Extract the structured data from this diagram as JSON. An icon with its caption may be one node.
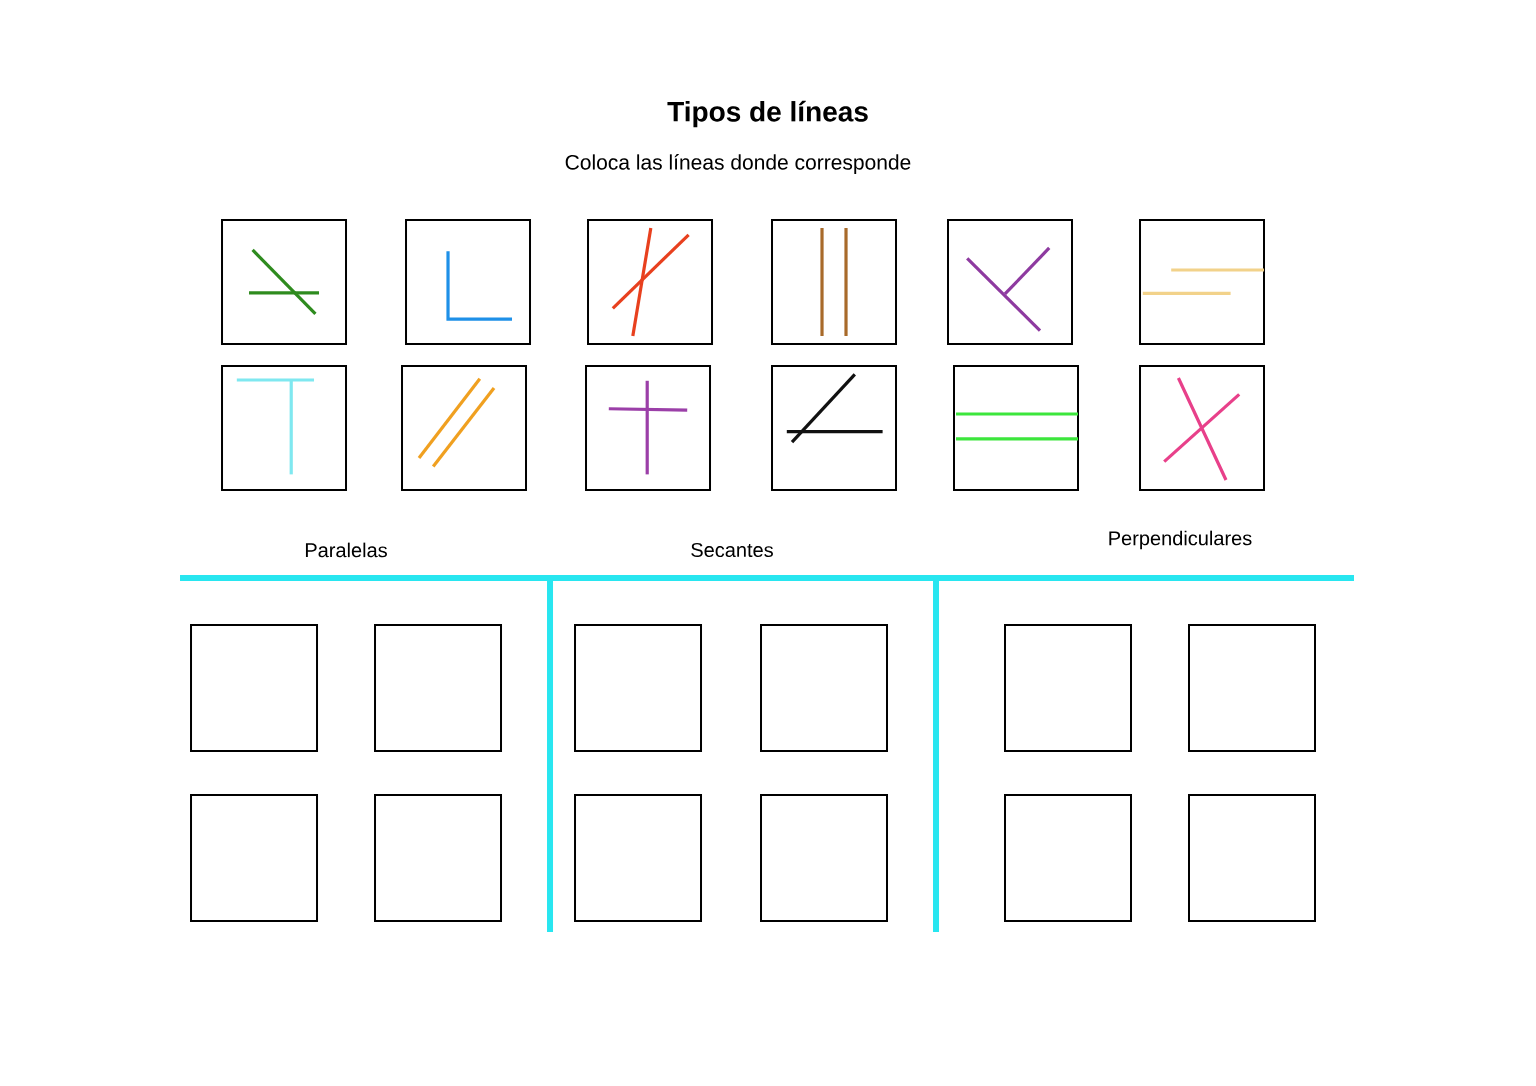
{
  "diagram": {
    "title": "Tipos de líneas",
    "nodes": [
      {
        "text": [],
        "shape": "box"
      },
      {
        "text": [],
        "shape": "box"
      },
      {
        "text": [],
        "shape": "box"
      },
      {
        "text": [],
        "shape": "box"
      },
      {
        "text": [],
        "shape": "box"
      },
      {
        "text": [],
        "shape": "box"
      },
      {
        "text": [],
        "shape": "box"
      },
      {
        "text": [],
        "shape": "box"
      },
      {
        "text": [],
        "shape": "box"
      },
      {
        "text": [],
        "shape": "box"
      },
      {
        "text": [],
        "shape": "box"
      },
      {
        "text": [],
        "shape": "box"
      },
      {
        "text": [],
        "shape": "box"
      },
      {
        "text": [],
        "shape": "box"
      },
      {
        "text": [],
        "shape": "box"
      },
      {
        "text": [],
        "shape": "box"
      },
      {
        "text": [],
        "shape": "box"
      },
      {
        "text": [],
        "shape": "box"
      },
      {
        "text": [],
        "shape": "box"
      },
      {
        "text": [],
        "shape": "box"
      },
      {
        "text": [],
        "shape": "box"
      },
      {
        "text": [],
        "shape": "box"
      },
      {
        "text": [],
        "shape": "box"
      },
      {
        "text": [],
        "shape": "box"
      }
    ],
    "labels": [
      "Coloca las líneas donde corresponde",
      "Paralelas",
      "Secantes",
      "Perpendiculares"
    ]
  }
}
